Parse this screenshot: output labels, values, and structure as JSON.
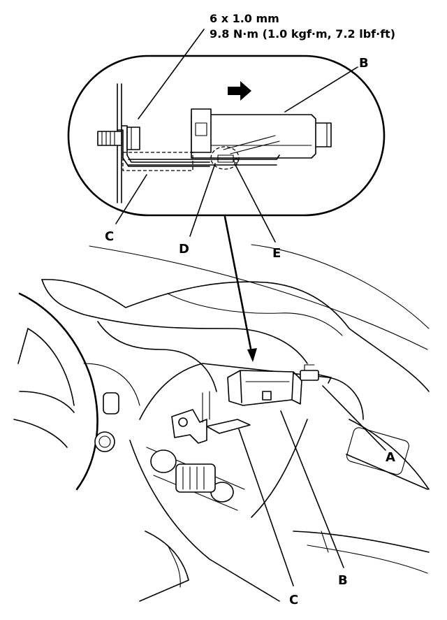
{
  "spec": {
    "bolt": "6 x 1.0 mm",
    "torque": "9.8 N·m (1.0 kgf·m, 7.2 lbf·ft)"
  },
  "callouts": {
    "a": "A",
    "b_detail": "B",
    "b_main": "B",
    "c_detail": "C",
    "c_main": "C",
    "d": "D",
    "e": "E"
  }
}
